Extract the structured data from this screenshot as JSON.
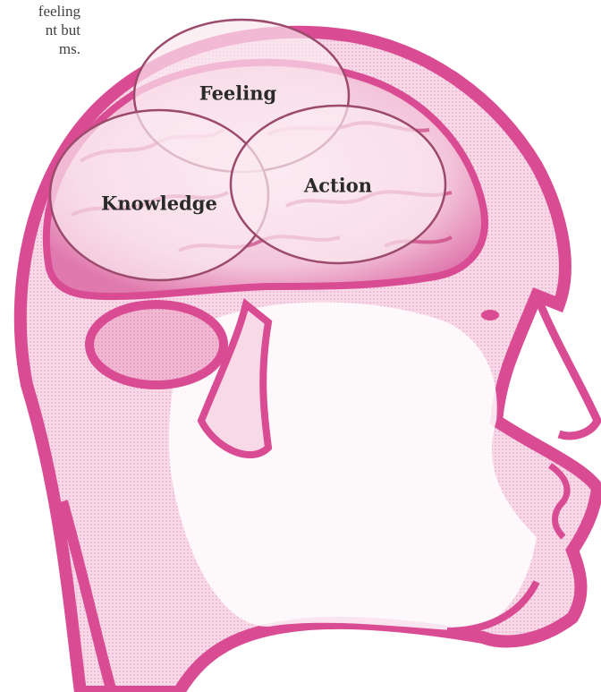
{
  "caption_fragment": [
    "feeling",
    "nt but",
    "ms."
  ],
  "venn": {
    "labels": {
      "feeling": "Feeling",
      "knowledge": "Knowledge",
      "action": "Action"
    },
    "fill_color": "#fbe8f0",
    "outline_color": "#9c4a6c"
  },
  "illustration": {
    "subject": "head-profile-with-brain",
    "accent_color": "#d94c93",
    "light_color": "#f6cfe1"
  }
}
